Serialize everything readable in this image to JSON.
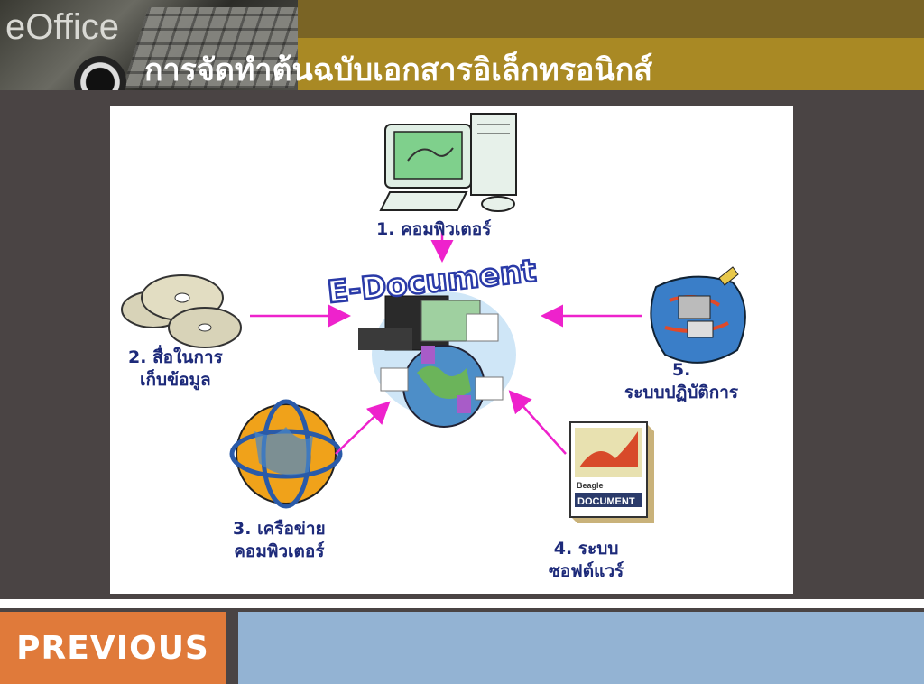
{
  "header": {
    "logo_text": "eOffice",
    "title": "การจัดทำต้นฉบับเอกสารอิเล็กทรอนิกส์"
  },
  "diagram": {
    "center_label": "E-Document",
    "items": [
      {
        "number": "1.",
        "label_line1": "คอมพิวเตอร์",
        "label_line2": ""
      },
      {
        "number": "2.",
        "label_line1": "สื่อในการ",
        "label_line2": "เก็บข้อมูล"
      },
      {
        "number": "3.",
        "label_line1": "เครือข่าย",
        "label_line2": "คอมพิวเตอร์"
      },
      {
        "number": "4.",
        "label_line1": "ระบบ",
        "label_line2": "ซอฟต์แวร์"
      },
      {
        "number": "5.",
        "label_line1": "",
        "label_line2": "ระบบปฏิบัติการ"
      }
    ],
    "software_box_brand": "Beagle",
    "software_box_title": "DOCUMENT",
    "arrow_color": "#ee22cc",
    "label_color": "#1d2a7a"
  },
  "footer": {
    "previous_label": "PREVIOUS",
    "previous_color": "#e07a3a",
    "bar_color": "#93b3d3"
  }
}
